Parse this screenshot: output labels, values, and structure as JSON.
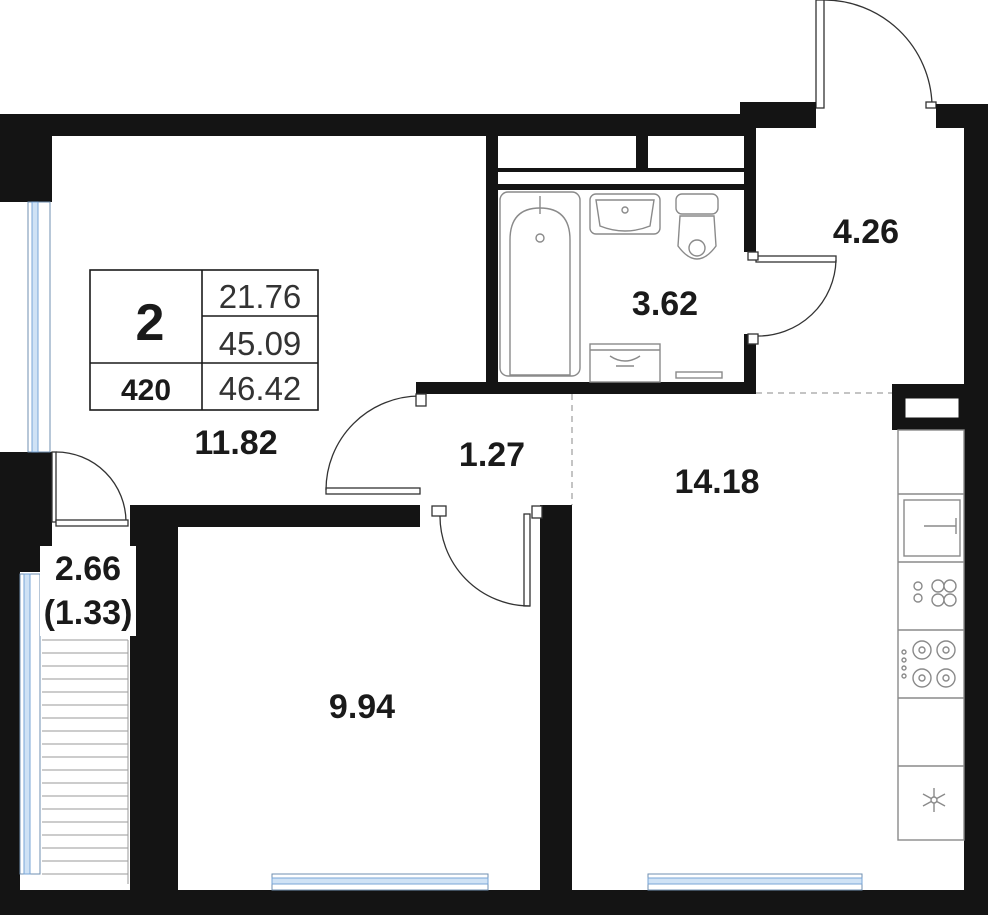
{
  "plan": {
    "summary": {
      "rooms_count": "2",
      "living_area": "21.76",
      "total_area": "45.09",
      "total_with_balcony": "46.42",
      "unit_number": "420"
    },
    "rooms": [
      {
        "id": "living-room",
        "area": "11.82"
      },
      {
        "id": "bathroom",
        "area": "3.62"
      },
      {
        "id": "entrance",
        "area": "4.26"
      },
      {
        "id": "hallway",
        "area": "1.27"
      },
      {
        "id": "kitchen-living",
        "area": "14.18"
      },
      {
        "id": "bedroom",
        "area": "9.94"
      }
    ],
    "balcony": {
      "area": "2.66",
      "reduced_area": "(1.33)"
    },
    "colors": {
      "wall": "#141414",
      "window_glass": "#cfe2f5",
      "fixture_stroke": "#8a8a8a"
    },
    "icons": [
      "bathtub-icon",
      "sink-icon",
      "toilet-icon",
      "washing-machine-icon",
      "kitchen-sink-icon",
      "stove-icon",
      "fridge-snowflake-icon"
    ]
  }
}
